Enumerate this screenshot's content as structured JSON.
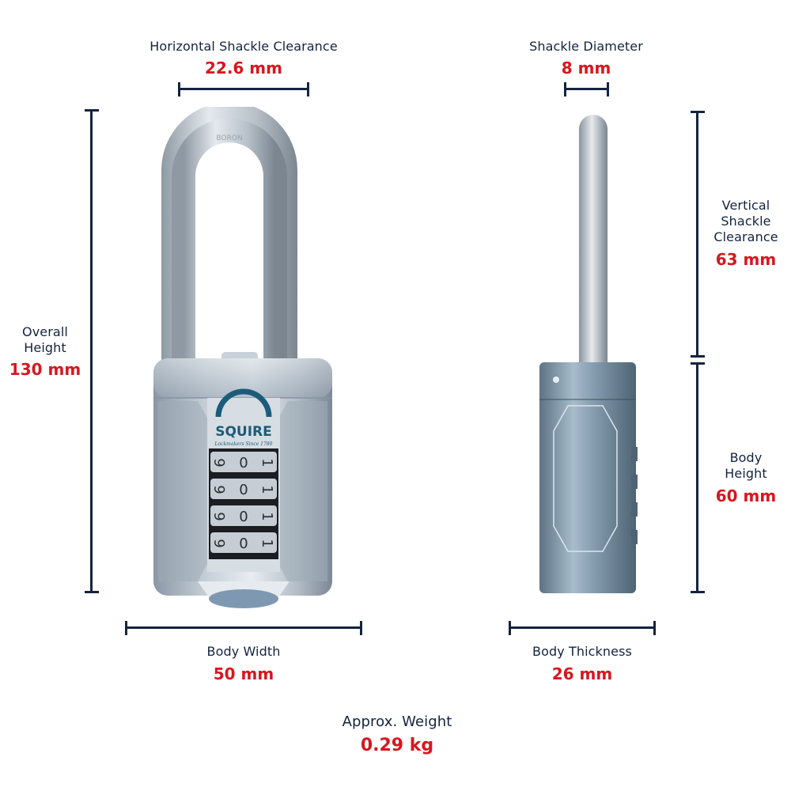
{
  "colors": {
    "label": "#14233f",
    "value": "#d8161f",
    "dimension_line": "#14233f",
    "background": "#ffffff"
  },
  "dimensions": {
    "horizontal_shackle_clearance": {
      "label": "Horizontal Shackle Clearance",
      "value": "22.6 mm"
    },
    "shackle_diameter": {
      "label": "Shackle Diameter",
      "value": "8 mm"
    },
    "vertical_shackle_clearance": {
      "label_lines": [
        "Vertical",
        "Shackle",
        "Clearance"
      ],
      "value": "63 mm"
    },
    "overall_height": {
      "label_lines": [
        "Overall",
        "Height"
      ],
      "value": "130 mm"
    },
    "body_height": {
      "label_lines": [
        "Body",
        "Height"
      ],
      "value": "60 mm"
    },
    "body_width": {
      "label": "Body Width",
      "value": "50 mm"
    },
    "body_thickness": {
      "label": "Body Thickness",
      "value": "26 mm"
    },
    "weight": {
      "label": "Approx. Weight",
      "value": "0.29 kg"
    }
  },
  "product": {
    "brand": "SQUIRE",
    "tagline": "Lockmakers Since 1780",
    "shackle_engraving": "BORON",
    "dial_digits": [
      "6",
      "0",
      "1"
    ]
  }
}
